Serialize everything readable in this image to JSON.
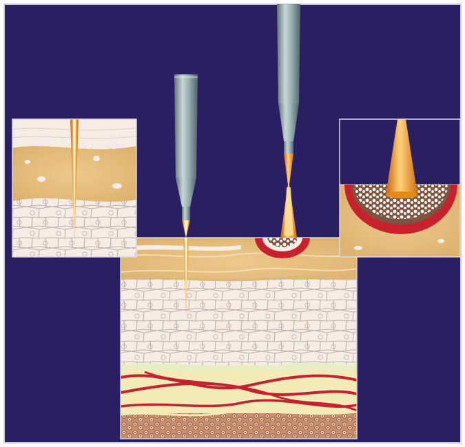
{
  "figure": {
    "background_color": "#2b1f63",
    "frame_color": "#cfcfd8",
    "panels": [
      {
        "name": "left-inset",
        "depicts": "needle-penetration-detail"
      },
      {
        "name": "right-inset",
        "depicts": "coagulation-zone-detail"
      },
      {
        "name": "skin-cross-section",
        "layers": [
          "stratum-corneum",
          "epidermis",
          "dermis",
          "vessels",
          "subcutis"
        ]
      }
    ],
    "instruments": [
      {
        "name": "needle-electrode",
        "tip": "fine-tapered"
      },
      {
        "name": "focused-beam-handpiece",
        "tip": "converging-beam"
      }
    ],
    "colors": {
      "dermis_tan": "#e3bd7c",
      "cell_layer": "#f6ece6",
      "cell_outline": "#b8aaa4",
      "vessel_red": "#c3232f",
      "subcutis_yellow": "#f2eab7",
      "probe_metal": "#8fa6a8",
      "beam_orange": "#f09a1a",
      "burn_red": "#c8202c"
    }
  }
}
